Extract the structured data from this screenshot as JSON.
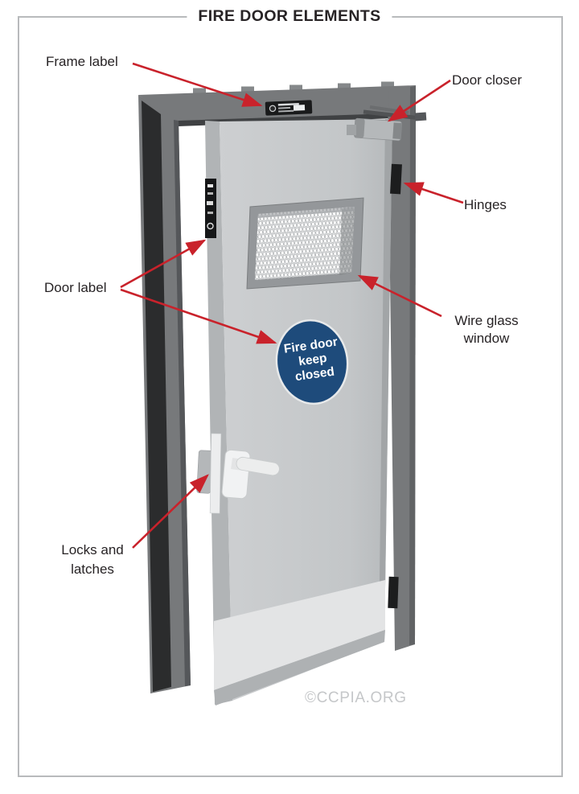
{
  "title": "FIRE DOOR ELEMENTS",
  "watermark": "©CCPIA.ORG",
  "callouts": {
    "frame_label": "Frame label",
    "door_closer": "Door closer",
    "hinges": "Hinges",
    "wire_glass_window": "Wire glass window",
    "door_label": "Door label",
    "locks_latches": "Locks and latches"
  },
  "sign": {
    "line1": "Fire door",
    "line2": "keep",
    "line3": "closed"
  },
  "colors": {
    "arrow": "#c9222b",
    "sign_blue": "#1e4b7b",
    "frame_gray": "#77797b",
    "door_gray": "#c6c9cb",
    "text": "#272325",
    "border_gray": "#b8babc",
    "watermark_gray": "#c5c7c9"
  }
}
